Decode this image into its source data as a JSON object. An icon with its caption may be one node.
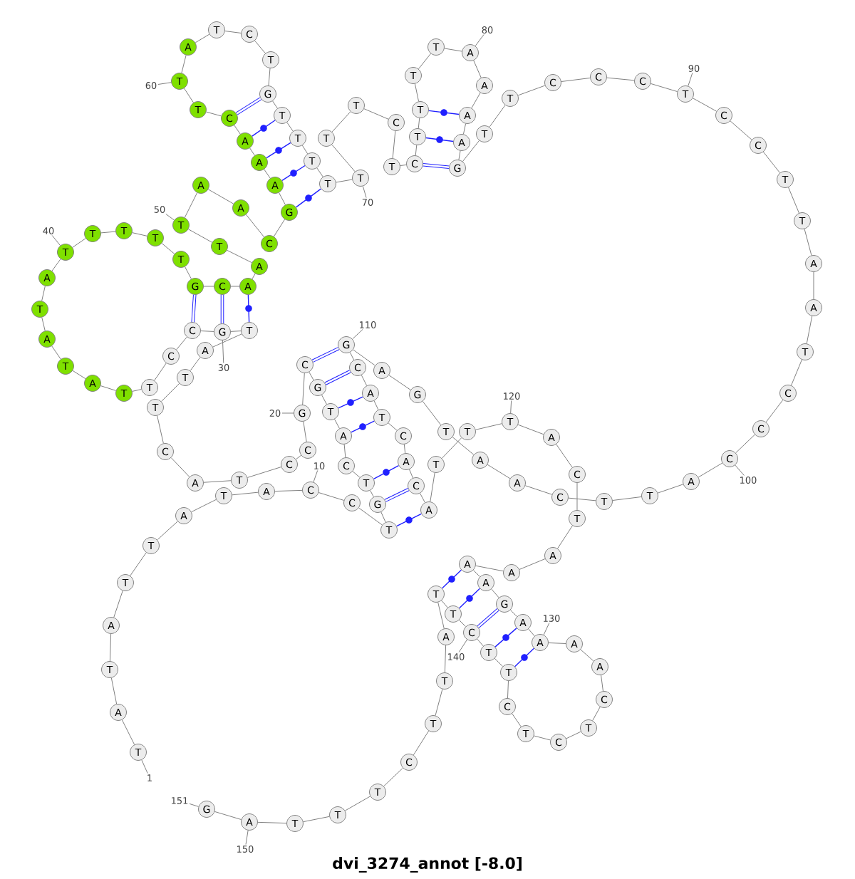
{
  "diagram": {
    "title": "dvi_3274_annot [-8.0]",
    "nodes": [
      {
        "text": [
          "T"
        ]
      },
      {
        "text": [
          "A"
        ]
      },
      {
        "text": [
          "T"
        ]
      },
      {
        "text": [
          "A"
        ]
      },
      {
        "text": [
          "T"
        ]
      },
      {
        "text": [
          "T"
        ]
      },
      {
        "text": [
          "A"
        ]
      },
      {
        "text": [
          "T"
        ]
      },
      {
        "text": [
          "A"
        ]
      },
      {
        "text": [
          "C"
        ]
      },
      {
        "text": [
          "C"
        ]
      },
      {
        "text": [
          "T"
        ]
      },
      {
        "text": [
          "G"
        ]
      },
      {
        "text": [
          "T"
        ]
      },
      {
        "text": [
          "C"
        ]
      },
      {
        "text": [
          "A"
        ]
      },
      {
        "text": [
          "T"
        ]
      },
      {
        "text": [
          "G"
        ]
      },
      {
        "text": [
          "C"
        ]
      },
      {
        "text": [
          "G"
        ]
      },
      {
        "text": [
          "C"
        ]
      },
      {
        "text": [
          "C"
        ]
      },
      {
        "text": [
          "T"
        ]
      },
      {
        "text": [
          "A"
        ]
      },
      {
        "text": [
          "C"
        ]
      },
      {
        "text": [
          "T"
        ]
      },
      {
        "text": [
          "T"
        ]
      },
      {
        "text": [
          "A"
        ]
      },
      {
        "text": [
          "T"
        ]
      },
      {
        "text": [
          "G"
        ]
      },
      {
        "text": [
          "C"
        ]
      },
      {
        "text": [
          "C"
        ]
      },
      {
        "text": [
          "T"
        ]
      },
      {
        "text": [
          "T"
        ]
      },
      {
        "text": [
          "A"
        ]
      },
      {
        "text": [
          "T"
        ]
      },
      {
        "text": [
          "A"
        ]
      },
      {
        "text": [
          "T"
        ]
      },
      {
        "text": [
          "A"
        ]
      },
      {
        "text": [
          "T"
        ]
      },
      {
        "text": [
          "T"
        ]
      },
      {
        "text": [
          "T"
        ]
      },
      {
        "text": [
          "T"
        ]
      },
      {
        "text": [
          "T"
        ]
      },
      {
        "text": [
          "G"
        ]
      },
      {
        "text": [
          "C"
        ]
      },
      {
        "text": [
          "A"
        ]
      },
      {
        "text": [
          "A"
        ]
      },
      {
        "text": [
          "T"
        ]
      },
      {
        "text": [
          "T"
        ]
      },
      {
        "text": [
          "A"
        ]
      },
      {
        "text": [
          "A"
        ]
      },
      {
        "text": [
          "C"
        ]
      },
      {
        "text": [
          "G"
        ]
      },
      {
        "text": [
          "A"
        ]
      },
      {
        "text": [
          "A"
        ]
      },
      {
        "text": [
          "A"
        ]
      },
      {
        "text": [
          "C"
        ]
      },
      {
        "text": [
          "T"
        ]
      },
      {
        "text": [
          "T"
        ]
      },
      {
        "text": [
          "A"
        ]
      },
      {
        "text": [
          "T"
        ]
      },
      {
        "text": [
          "C"
        ]
      },
      {
        "text": [
          "T"
        ]
      },
      {
        "text": [
          "G"
        ]
      },
      {
        "text": [
          "T"
        ]
      },
      {
        "text": [
          "T"
        ]
      },
      {
        "text": [
          "T"
        ]
      },
      {
        "text": [
          "T"
        ]
      },
      {
        "text": [
          "T"
        ]
      },
      {
        "text": [
          "T"
        ]
      },
      {
        "text": [
          "T"
        ]
      },
      {
        "text": [
          "C"
        ]
      },
      {
        "text": [
          "T"
        ]
      },
      {
        "text": [
          "C"
        ]
      },
      {
        "text": [
          "T"
        ]
      },
      {
        "text": [
          "T"
        ]
      },
      {
        "text": [
          "T"
        ]
      },
      {
        "text": [
          "T"
        ]
      },
      {
        "text": [
          "A"
        ]
      },
      {
        "text": [
          "A"
        ]
      },
      {
        "text": [
          "A"
        ]
      },
      {
        "text": [
          "A"
        ]
      },
      {
        "text": [
          "G"
        ]
      },
      {
        "text": [
          "T"
        ]
      },
      {
        "text": [
          "T"
        ]
      },
      {
        "text": [
          "C"
        ]
      },
      {
        "text": [
          "C"
        ]
      },
      {
        "text": [
          "C"
        ]
      },
      {
        "text": [
          "T"
        ]
      },
      {
        "text": [
          "C"
        ]
      },
      {
        "text": [
          "C"
        ]
      },
      {
        "text": [
          "T"
        ]
      },
      {
        "text": [
          "T"
        ]
      },
      {
        "text": [
          "A"
        ]
      },
      {
        "text": [
          "A"
        ]
      },
      {
        "text": [
          "T"
        ]
      },
      {
        "text": [
          "C"
        ]
      },
      {
        "text": [
          "C"
        ]
      },
      {
        "text": [
          "C"
        ]
      },
      {
        "text": [
          "A"
        ]
      },
      {
        "text": [
          "T"
        ]
      },
      {
        "text": [
          "T"
        ]
      },
      {
        "text": [
          "C"
        ]
      },
      {
        "text": [
          "A"
        ]
      },
      {
        "text": [
          "A"
        ]
      },
      {
        "text": [
          "T"
        ]
      },
      {
        "text": [
          "G"
        ]
      },
      {
        "text": [
          "A"
        ]
      },
      {
        "text": [
          "G"
        ]
      },
      {
        "text": [
          "C"
        ]
      },
      {
        "text": [
          "A"
        ]
      },
      {
        "text": [
          "T"
        ]
      },
      {
        "text": [
          "C"
        ]
      },
      {
        "text": [
          "A"
        ]
      },
      {
        "text": [
          "C"
        ]
      },
      {
        "text": [
          "A"
        ]
      },
      {
        "text": [
          "T"
        ]
      },
      {
        "text": [
          "T"
        ]
      },
      {
        "text": [
          "T"
        ]
      },
      {
        "text": [
          "A"
        ]
      },
      {
        "text": [
          "C"
        ]
      },
      {
        "text": [
          "T"
        ]
      },
      {
        "text": [
          "A"
        ]
      },
      {
        "text": [
          "A"
        ]
      },
      {
        "text": [
          "A"
        ]
      },
      {
        "text": [
          "A"
        ]
      },
      {
        "text": [
          "G"
        ]
      },
      {
        "text": [
          "A"
        ]
      },
      {
        "text": [
          "A"
        ]
      },
      {
        "text": [
          "A"
        ]
      },
      {
        "text": [
          "A"
        ]
      },
      {
        "text": [
          "C"
        ]
      },
      {
        "text": [
          "T"
        ]
      },
      {
        "text": [
          "C"
        ]
      },
      {
        "text": [
          "T"
        ]
      },
      {
        "text": [
          "C"
        ]
      },
      {
        "text": [
          "T"
        ]
      },
      {
        "text": [
          "T"
        ]
      },
      {
        "text": [
          "C"
        ]
      },
      {
        "text": [
          "T"
        ]
      },
      {
        "text": [
          "T"
        ]
      },
      {
        "text": [
          "A"
        ]
      },
      {
        "text": [
          "T"
        ]
      },
      {
        "text": [
          "T"
        ]
      },
      {
        "text": [
          "C"
        ]
      },
      {
        "text": [
          "T"
        ]
      },
      {
        "text": [
          "T"
        ]
      },
      {
        "text": [
          "T"
        ]
      },
      {
        "text": [
          "A"
        ]
      },
      {
        "text": [
          "G"
        ]
      },
      {
        "text": [
          "1"
        ]
      },
      {
        "text": [
          "10"
        ]
      },
      {
        "text": [
          "20"
        ]
      },
      {
        "text": [
          "30"
        ]
      },
      {
        "text": [
          "40"
        ]
      },
      {
        "text": [
          "50"
        ]
      },
      {
        "text": [
          "60"
        ]
      },
      {
        "text": [
          "70"
        ]
      },
      {
        "text": [
          "80"
        ]
      },
      {
        "text": [
          "90"
        ]
      },
      {
        "text": [
          "100"
        ]
      },
      {
        "text": [
          "110"
        ]
      },
      {
        "text": [
          "120"
        ]
      },
      {
        "text": [
          "130"
        ]
      },
      {
        "text": [
          "140"
        ]
      },
      {
        "text": [
          "150"
        ]
      },
      {
        "text": [
          "151"
        ]
      }
    ],
    "edges": [
      {
        "from": 0,
        "to": 1,
        "arrow": "none"
      },
      {
        "from": 1,
        "to": 2,
        "arrow": "none"
      },
      {
        "from": 2,
        "to": 3,
        "arrow": "none"
      },
      {
        "from": 3,
        "to": 4,
        "arrow": "none"
      },
      {
        "from": 4,
        "to": 5,
        "arrow": "none"
      },
      {
        "from": 5,
        "to": 6,
        "arrow": "none"
      },
      {
        "from": 6,
        "to": 7,
        "arrow": "none"
      },
      {
        "from": 7,
        "to": 8,
        "arrow": "none"
      },
      {
        "from": 8,
        "to": 9,
        "arrow": "none"
      },
      {
        "from": 9,
        "to": 10,
        "arrow": "none"
      },
      {
        "from": 10,
        "to": 11,
        "arrow": "none"
      },
      {
        "from": 11,
        "to": 12,
        "arrow": "none"
      },
      {
        "from": 12,
        "to": 13,
        "arrow": "none"
      },
      {
        "from": 13,
        "to": 14,
        "arrow": "none"
      },
      {
        "from": 14,
        "to": 15,
        "arrow": "none"
      },
      {
        "from": 15,
        "to": 16,
        "arrow": "none"
      },
      {
        "from": 16,
        "to": 17,
        "arrow": "none"
      },
      {
        "from": 17,
        "to": 18,
        "arrow": "none"
      },
      {
        "from": 18,
        "to": 19,
        "arrow": "none"
      },
      {
        "from": 19,
        "to": 20,
        "arrow": "none"
      },
      {
        "from": 20,
        "to": 21,
        "arrow": "none"
      },
      {
        "from": 21,
        "to": 22,
        "arrow": "none"
      },
      {
        "from": 22,
        "to": 23,
        "arrow": "none"
      },
      {
        "from": 23,
        "to": 24,
        "arrow": "none"
      },
      {
        "from": 24,
        "to": 25,
        "arrow": "none"
      },
      {
        "from": 25,
        "to": 26,
        "arrow": "none"
      },
      {
        "from": 26,
        "to": 27,
        "arrow": "none"
      },
      {
        "from": 27,
        "to": 28,
        "arrow": "none"
      },
      {
        "from": 28,
        "to": 29,
        "arrow": "none"
      },
      {
        "from": 29,
        "to": 30,
        "arrow": "none"
      },
      {
        "from": 30,
        "to": 31,
        "arrow": "none"
      },
      {
        "from": 31,
        "to": 32,
        "arrow": "none"
      },
      {
        "from": 32,
        "to": 33,
        "arrow": "none"
      },
      {
        "from": 33,
        "to": 34,
        "arrow": "none"
      },
      {
        "from": 34,
        "to": 35,
        "arrow": "none"
      },
      {
        "from": 35,
        "to": 36,
        "arrow": "none"
      },
      {
        "from": 36,
        "to": 37,
        "arrow": "none"
      },
      {
        "from": 37,
        "to": 38,
        "arrow": "none"
      },
      {
        "from": 38,
        "to": 39,
        "arrow": "none"
      },
      {
        "from": 39,
        "to": 40,
        "arrow": "none"
      },
      {
        "from": 40,
        "to": 41,
        "arrow": "none"
      },
      {
        "from": 41,
        "to": 42,
        "arrow": "none"
      },
      {
        "from": 42,
        "to": 43,
        "arrow": "none"
      },
      {
        "from": 43,
        "to": 44,
        "arrow": "none"
      },
      {
        "from": 44,
        "to": 45,
        "arrow": "none"
      },
      {
        "from": 45,
        "to": 46,
        "arrow": "none"
      },
      {
        "from": 46,
        "to": 47,
        "arrow": "none"
      },
      {
        "from": 47,
        "to": 48,
        "arrow": "none"
      },
      {
        "from": 48,
        "to": 49,
        "arrow": "none"
      },
      {
        "from": 49,
        "to": 50,
        "arrow": "none"
      },
      {
        "from": 50,
        "to": 51,
        "arrow": "none"
      },
      {
        "from": 51,
        "to": 52,
        "arrow": "none"
      },
      {
        "from": 52,
        "to": 53,
        "arrow": "none"
      },
      {
        "from": 53,
        "to": 54,
        "arrow": "none"
      },
      {
        "from": 54,
        "to": 55,
        "arrow": "none"
      },
      {
        "from": 55,
        "to": 56,
        "arrow": "none"
      },
      {
        "from": 56,
        "to": 57,
        "arrow": "none"
      },
      {
        "from": 57,
        "to": 58,
        "arrow": "none"
      },
      {
        "from": 58,
        "to": 59,
        "arrow": "none"
      },
      {
        "from": 59,
        "to": 60,
        "arrow": "none"
      },
      {
        "from": 60,
        "to": 61,
        "arrow": "none"
      },
      {
        "from": 61,
        "to": 62,
        "arrow": "none"
      },
      {
        "from": 62,
        "to": 63,
        "arrow": "none"
      },
      {
        "from": 63,
        "to": 64,
        "arrow": "none"
      },
      {
        "from": 64,
        "to": 65,
        "arrow": "none"
      },
      {
        "from": 65,
        "to": 66,
        "arrow": "none"
      },
      {
        "from": 66,
        "to": 67,
        "arrow": "none"
      },
      {
        "from": 67,
        "to": 68,
        "arrow": "none"
      },
      {
        "from": 68,
        "to": 69,
        "arrow": "none"
      },
      {
        "from": 69,
        "to": 70,
        "arrow": "none"
      },
      {
        "from": 70,
        "to": 71,
        "arrow": "none"
      },
      {
        "from": 71,
        "to": 72,
        "arrow": "none"
      },
      {
        "from": 72,
        "to": 73,
        "arrow": "none"
      },
      {
        "from": 73,
        "to": 74,
        "arrow": "none"
      },
      {
        "from": 74,
        "to": 75,
        "arrow": "none"
      },
      {
        "from": 75,
        "to": 76,
        "arrow": "none"
      },
      {
        "from": 76,
        "to": 77,
        "arrow": "none"
      },
      {
        "from": 77,
        "to": 78,
        "arrow": "none"
      },
      {
        "from": 78,
        "to": 79,
        "arrow": "none"
      },
      {
        "from": 79,
        "to": 80,
        "arrow": "none"
      },
      {
        "from": 80,
        "to": 81,
        "arrow": "none"
      },
      {
        "from": 81,
        "to": 82,
        "arrow": "none"
      },
      {
        "from": 82,
        "to": 83,
        "arrow": "none"
      },
      {
        "from": 83,
        "to": 84,
        "arrow": "none"
      },
      {
        "from": 84,
        "to": 85,
        "arrow": "none"
      },
      {
        "from": 85,
        "to": 86,
        "arrow": "none"
      },
      {
        "from": 86,
        "to": 87,
        "arrow": "none"
      },
      {
        "from": 87,
        "to": 88,
        "arrow": "none"
      },
      {
        "from": 88,
        "to": 89,
        "arrow": "none"
      },
      {
        "from": 89,
        "to": 90,
        "arrow": "none"
      },
      {
        "from": 90,
        "to": 91,
        "arrow": "none"
      },
      {
        "from": 91,
        "to": 92,
        "arrow": "none"
      },
      {
        "from": 92,
        "to": 93,
        "arrow": "none"
      },
      {
        "from": 93,
        "to": 94,
        "arrow": "none"
      },
      {
        "from": 94,
        "to": 95,
        "arrow": "none"
      },
      {
        "from": 95,
        "to": 96,
        "arrow": "none"
      },
      {
        "from": 96,
        "to": 97,
        "arrow": "none"
      },
      {
        "from": 97,
        "to": 98,
        "arrow": "none"
      },
      {
        "from": 98,
        "to": 99,
        "arrow": "none"
      },
      {
        "from": 99,
        "to": 100,
        "arrow": "none"
      },
      {
        "from": 100,
        "to": 101,
        "arrow": "none"
      },
      {
        "from": 101,
        "to": 102,
        "arrow": "none"
      },
      {
        "from": 102,
        "to": 103,
        "arrow": "none"
      },
      {
        "from": 103,
        "to": 104,
        "arrow": "none"
      },
      {
        "from": 104,
        "to": 105,
        "arrow": "none"
      },
      {
        "from": 105,
        "to": 106,
        "arrow": "none"
      },
      {
        "from": 106,
        "to": 107,
        "arrow": "none"
      },
      {
        "from": 107,
        "to": 108,
        "arrow": "none"
      },
      {
        "from": 108,
        "to": 109,
        "arrow": "none"
      },
      {
        "from": 109,
        "to": 110,
        "arrow": "none"
      },
      {
        "from": 110,
        "to": 111,
        "arrow": "none"
      },
      {
        "from": 111,
        "to": 112,
        "arrow": "none"
      },
      {
        "from": 112,
        "to": 113,
        "arrow": "none"
      },
      {
        "from": 113,
        "to": 114,
        "arrow": "none"
      },
      {
        "from": 114,
        "to": 115,
        "arrow": "none"
      },
      {
        "from": 115,
        "to": 116,
        "arrow": "none"
      },
      {
        "from": 116,
        "to": 117,
        "arrow": "none"
      },
      {
        "from": 117,
        "to": 118,
        "arrow": "none"
      },
      {
        "from": 118,
        "to": 119,
        "arrow": "none"
      },
      {
        "from": 119,
        "to": 120,
        "arrow": "none"
      },
      {
        "from": 120,
        "to": 121,
        "arrow": "none"
      },
      {
        "from": 121,
        "to": 122,
        "arrow": "none"
      },
      {
        "from": 122,
        "to": 123,
        "arrow": "none"
      },
      {
        "from": 123,
        "to": 124,
        "arrow": "none"
      },
      {
        "from": 124,
        "to": 125,
        "arrow": "none"
      },
      {
        "from": 125,
        "to": 126,
        "arrow": "none"
      },
      {
        "from": 126,
        "to": 127,
        "arrow": "none"
      },
      {
        "from": 127,
        "to": 128,
        "arrow": "none"
      },
      {
        "from": 128,
        "to": 129,
        "arrow": "none"
      },
      {
        "from": 129,
        "to": 130,
        "arrow": "none"
      },
      {
        "from": 130,
        "to": 131,
        "arrow": "none"
      },
      {
        "from": 131,
        "to": 132,
        "arrow": "none"
      },
      {
        "from": 132,
        "to": 133,
        "arrow": "none"
      },
      {
        "from": 133,
        "to": 134,
        "arrow": "none"
      },
      {
        "from": 134,
        "to": 135,
        "arrow": "none"
      },
      {
        "from": 135,
        "to": 136,
        "arrow": "none"
      },
      {
        "from": 136,
        "to": 137,
        "arrow": "none"
      },
      {
        "from": 137,
        "to": 138,
        "arrow": "none"
      },
      {
        "from": 138,
        "to": 139,
        "arrow": "none"
      },
      {
        "from": 139,
        "to": 140,
        "arrow": "none"
      },
      {
        "from": 140,
        "to": 141,
        "arrow": "none"
      },
      {
        "from": 141,
        "to": 142,
        "arrow": "none"
      },
      {
        "from": 142,
        "to": 143,
        "arrow": "none"
      },
      {
        "from": 143,
        "to": 144,
        "arrow": "none"
      },
      {
        "from": 144,
        "to": 145,
        "arrow": "none"
      },
      {
        "from": 145,
        "to": 146,
        "arrow": "none"
      },
      {
        "from": 146,
        "to": 147,
        "arrow": "none"
      },
      {
        "from": 147,
        "to": 148,
        "arrow": "none"
      },
      {
        "from": 148,
        "to": 149,
        "arrow": "none"
      },
      {
        "from": 149,
        "to": 150,
        "arrow": "none"
      },
      {
        "from": 28,
        "to": 46,
        "arrow": "none",
        "color": "#2020ff"
      },
      {
        "from": 29,
        "to": 45,
        "arrow": "none",
        "style": "thick",
        "color": "#2020ff"
      },
      {
        "from": 30,
        "to": 44,
        "arrow": "none",
        "style": "thick",
        "color": "#2020ff"
      },
      {
        "from": 53,
        "to": 68,
        "arrow": "none",
        "color": "#2020ff"
      },
      {
        "from": 54,
        "to": 67,
        "arrow": "none",
        "color": "#2020ff"
      },
      {
        "from": 55,
        "to": 66,
        "arrow": "none",
        "color": "#2020ff"
      },
      {
        "from": 56,
        "to": 65,
        "arrow": "none",
        "color": "#2020ff"
      },
      {
        "from": 57,
        "to": 64,
        "arrow": "none",
        "style": "thick",
        "color": "#2020ff"
      },
      {
        "from": 74,
        "to": 83,
        "arrow": "none",
        "style": "thick",
        "color": "#2020ff"
      },
      {
        "from": 75,
        "to": 82,
        "arrow": "none",
        "color": "#2020ff"
      },
      {
        "from": 76,
        "to": 81,
        "arrow": "none",
        "color": "#2020ff"
      },
      {
        "from": 11,
        "to": 116,
        "arrow": "none",
        "color": "#2020ff"
      },
      {
        "from": 12,
        "to": 115,
        "arrow": "none",
        "style": "thick",
        "color": "#2020ff"
      },
      {
        "from": 13,
        "to": 114,
        "arrow": "none",
        "color": "#2020ff"
      },
      {
        "from": 15,
        "to": 112,
        "arrow": "none",
        "color": "#2020ff"
      },
      {
        "from": 16,
        "to": 111,
        "arrow": "none",
        "color": "#2020ff"
      },
      {
        "from": 17,
        "to": 110,
        "arrow": "none",
        "style": "thick",
        "color": "#2020ff"
      },
      {
        "from": 18,
        "to": 109,
        "arrow": "none",
        "style": "thick",
        "color": "#2020ff"
      },
      {
        "from": 125,
        "to": 141,
        "arrow": "none",
        "color": "#2020ff"
      },
      {
        "from": 126,
        "to": 140,
        "arrow": "none",
        "color": "#2020ff"
      },
      {
        "from": 127,
        "to": 139,
        "arrow": "none",
        "style": "thick",
        "color": "#2020ff"
      },
      {
        "from": 128,
        "to": 138,
        "arrow": "none",
        "color": "#2020ff"
      },
      {
        "from": 129,
        "to": 137,
        "arrow": "none",
        "color": "#2020ff"
      },
      {
        "from": 151,
        "to": 0,
        "arrow": "none"
      },
      {
        "from": 152,
        "to": 9,
        "arrow": "none"
      },
      {
        "from": 153,
        "to": 19,
        "arrow": "none"
      },
      {
        "from": 154,
        "to": 29,
        "arrow": "none"
      },
      {
        "from": 155,
        "to": 39,
        "arrow": "none"
      },
      {
        "from": 156,
        "to": 49,
        "arrow": "none"
      },
      {
        "from": 157,
        "to": 59,
        "arrow": "none"
      },
      {
        "from": 158,
        "to": 69,
        "arrow": "none"
      },
      {
        "from": 159,
        "to": 79,
        "arrow": "none"
      },
      {
        "from": 160,
        "to": 89,
        "arrow": "none"
      },
      {
        "from": 161,
        "to": 99,
        "arrow": "none"
      },
      {
        "from": 162,
        "to": 109,
        "arrow": "none"
      },
      {
        "from": 163,
        "to": 119,
        "arrow": "none"
      },
      {
        "from": 164,
        "to": 129,
        "arrow": "none"
      },
      {
        "from": 165,
        "to": 139,
        "arrow": "none"
      },
      {
        "from": 166,
        "to": 149,
        "arrow": "none"
      },
      {
        "from": 167,
        "to": 150,
        "arrow": "none"
      }
    ]
  }
}
